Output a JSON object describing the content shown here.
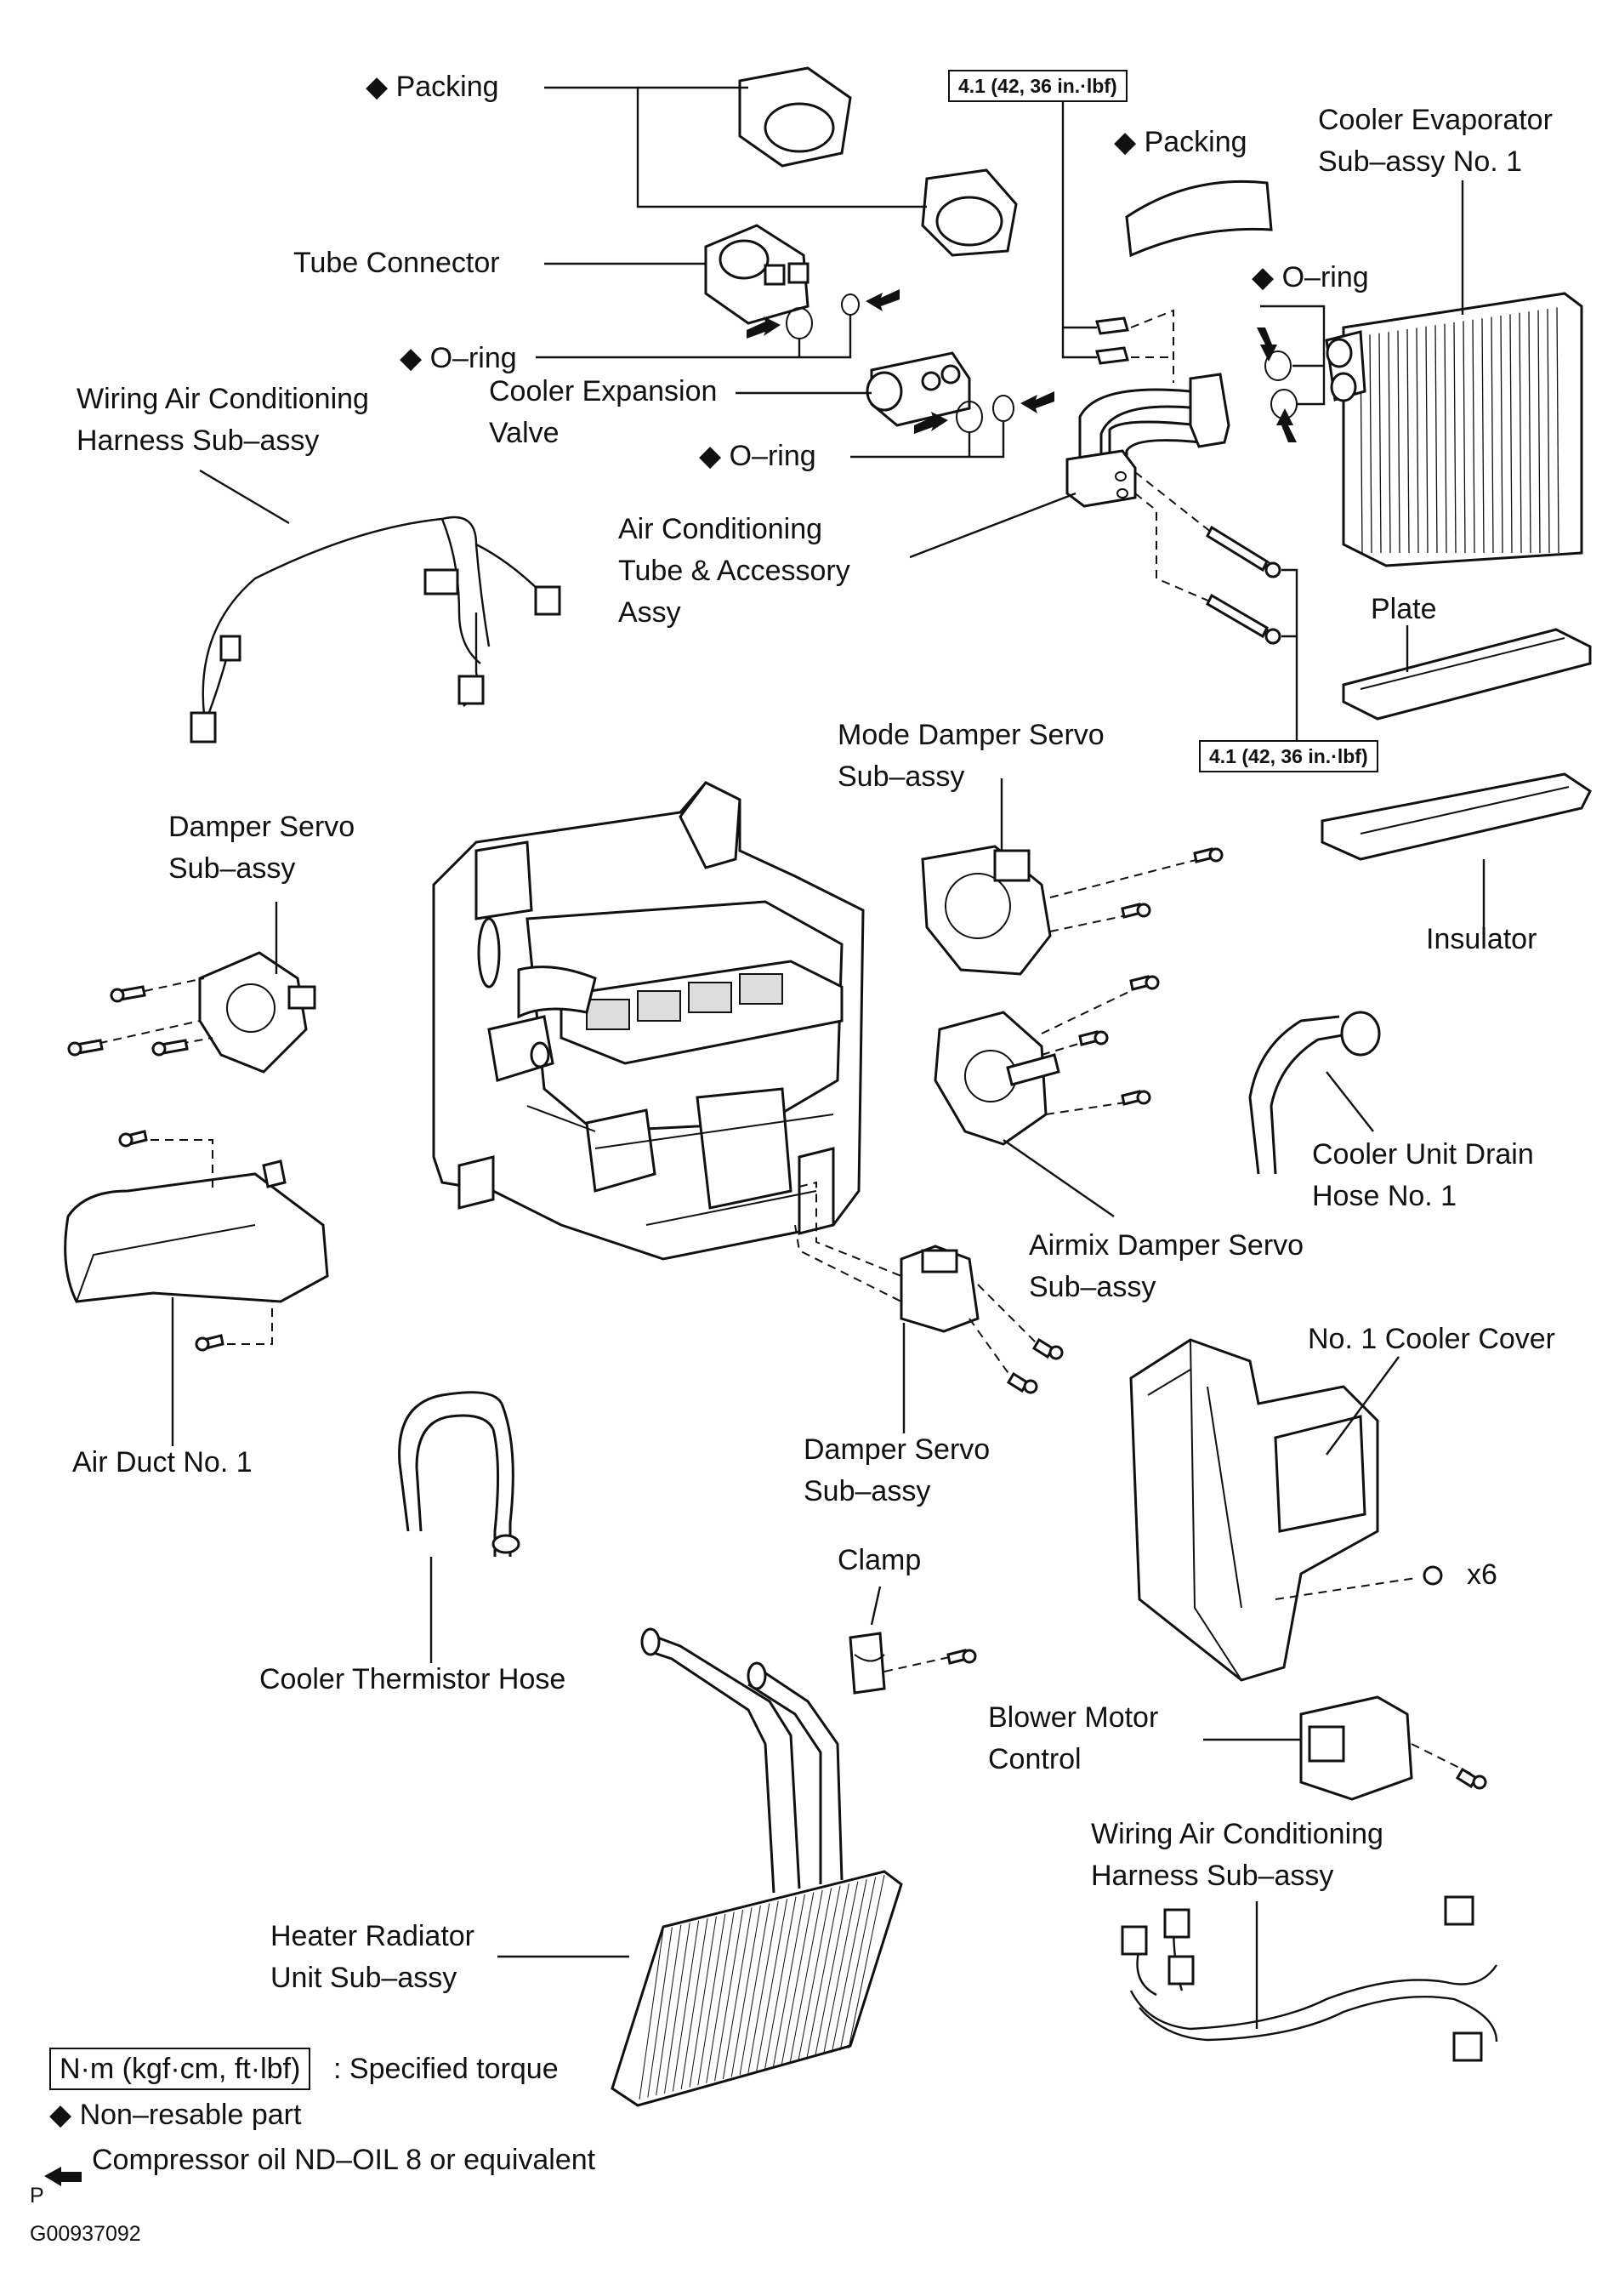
{
  "labels": {
    "packing_top": "◆ Packing",
    "packing_right": "◆ Packing",
    "tube_connector": "Tube Connector",
    "oring_left": "◆ O–ring",
    "cooler_expansion_valve_1": "Cooler Expansion",
    "cooler_expansion_valve_2": "Valve",
    "oring_mid": "◆ O–ring",
    "oring_right": "◆ O–ring",
    "wiring_harness_top_1": "Wiring Air Conditioning",
    "wiring_harness_top_2": "Harness Sub–assy",
    "cooler_evaporator_1": "Cooler Evaporator",
    "cooler_evaporator_2": "Sub–assy No. 1",
    "ac_tube_1": "Air Conditioning",
    "ac_tube_2": "Tube & Accessory",
    "ac_tube_3": "Assy",
    "plate": "Plate",
    "mode_damper_servo_1": "Mode Damper Servo",
    "mode_damper_servo_2": "Sub–assy",
    "insulator": "Insulator",
    "damper_servo_left_1": "Damper Servo",
    "damper_servo_left_2": "Sub–assy",
    "cooler_drain_hose_1": "Cooler Unit Drain",
    "cooler_drain_hose_2": "Hose No. 1",
    "airmix_damper_servo_1": "Airmix Damper Servo",
    "airmix_damper_servo_2": "Sub–assy",
    "no1_cooler_cover": "No. 1 Cooler Cover",
    "air_duct": "Air Duct No. 1",
    "damper_servo_bottom_1": "Damper Servo",
    "damper_servo_bottom_2": "Sub–assy",
    "x6": "x6",
    "clamp": "Clamp",
    "cooler_thermistor_hose": "Cooler Thermistor Hose",
    "blower_motor_control_1": "Blower Motor",
    "blower_motor_control_2": "Control",
    "wiring_harness_bottom_1": "Wiring Air Conditioning",
    "wiring_harness_bottom_2": "Harness Sub–assy",
    "heater_radiator_1": "Heater Radiator",
    "heater_radiator_2": "Unit Sub–assy"
  },
  "torque": {
    "top": "4.1 (42, 36 in.·lbf)",
    "mid": "4.1 (42, 36 in.·lbf)"
  },
  "legend": {
    "torque_box": "N·m (kgf·cm, ft·lbf)",
    "torque_desc": ": Specified torque",
    "non_resable": "◆ Non–resable part",
    "oil_desc": "Compressor oil ND–OIL 8 or equivalent",
    "p_mark": "P",
    "figure_code": "G00937092"
  }
}
